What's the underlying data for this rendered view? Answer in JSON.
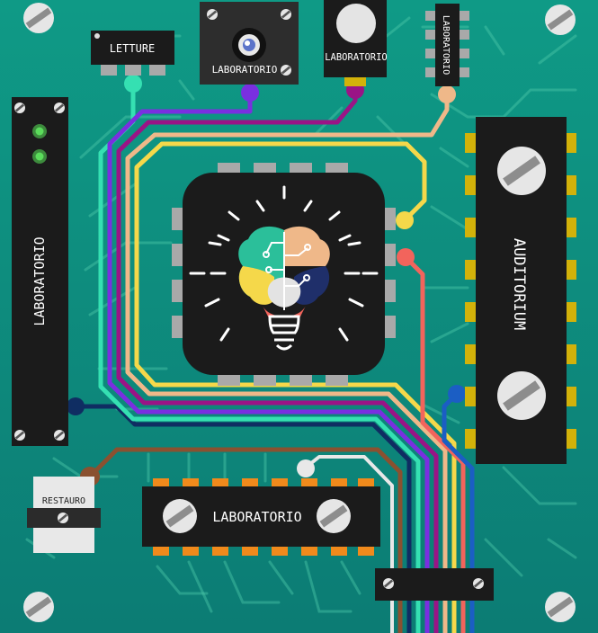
{
  "colors": {
    "bg_top": "#0f9a86",
    "bg_bottom": "#0c7c74",
    "trace_faint": "#4cc7a8",
    "chip": "#1b1b1b",
    "pin_gold": "#d2b20a",
    "pin_orange": "#f08a1c",
    "pin_gray": "#a9a9a9",
    "wire_teal": "#35e0b2",
    "wire_purple": "#7a2fe0",
    "wire_magenta": "#9a1486",
    "wire_tan": "#efb889",
    "wire_yellow": "#f5d84a",
    "wire_coral": "#f2645c",
    "wire_blue": "#1b5ec4",
    "wire_navy": "#0f2d62",
    "wire_brown": "#8a5130",
    "led_green": "#5bdc5b"
  },
  "components": {
    "letture_chip": {
      "label": "LETTURE",
      "icon": "ic-chip-icon"
    },
    "sensor_module": {
      "label": "LABORATORIO",
      "icon": "light-sensor-icon"
    },
    "button_module": {
      "label": "LABORATORIO",
      "icon": "push-button-icon"
    },
    "vertical_small_chip": {
      "label": "LABORATORIO",
      "icon": "ic-chip-icon"
    },
    "left_panel": {
      "label": "LABORATORIO",
      "icon": "status-led-icon"
    },
    "auditorium_chip": {
      "label": "AUDITORIUM",
      "icon": "screw-icon"
    },
    "bottom_chip": {
      "label": "LABORATORIO",
      "icon": "screw-icon"
    },
    "restauro_tag": {
      "label": "RESTAURO",
      "icon": "screw-icon"
    },
    "center_processor": {
      "icon": "lightbulb-brain-icon"
    },
    "connector_strip": {
      "icon": "header-connector-icon"
    }
  }
}
